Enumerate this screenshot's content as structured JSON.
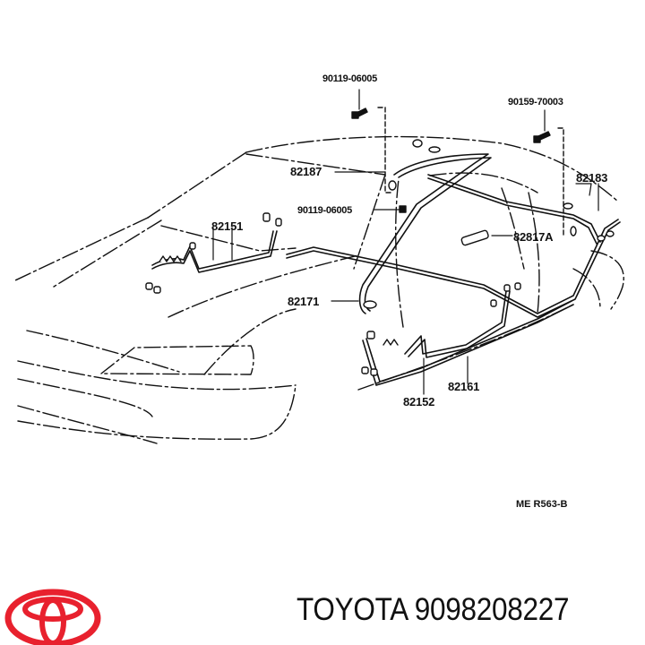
{
  "diagram": {
    "subject": "Wiring harness layout on passenger car body (front left 3/4 view)",
    "callouts": [
      {
        "id": "bolt-top-left",
        "label": "90119-06005",
        "kind": "bolt"
      },
      {
        "id": "bolt-top-right",
        "label": "90159-70003",
        "kind": "bolt"
      },
      {
        "id": "harness-82187",
        "label": "82187",
        "kind": "wire"
      },
      {
        "id": "harness-82183",
        "label": "82183",
        "kind": "wire"
      },
      {
        "id": "bolt-mid",
        "label": "90119-06005",
        "kind": "bolt"
      },
      {
        "id": "harness-82151",
        "label": "82151",
        "kind": "wire"
      },
      {
        "id": "part-82817A",
        "label": "82817A",
        "kind": "clamp"
      },
      {
        "id": "harness-82171",
        "label": "82171",
        "kind": "wire"
      },
      {
        "id": "harness-82161",
        "label": "82161",
        "kind": "wire"
      },
      {
        "id": "harness-82152",
        "label": "82152",
        "kind": "wire"
      }
    ],
    "reference_code": "ME  R563-B"
  },
  "footer": {
    "brand": "TOYOTA",
    "part_number": "9098208227",
    "caption": "TOYOTA 9098208227",
    "logo_icon": "toyota-logo-icon",
    "logo_color": "#e8212e"
  }
}
